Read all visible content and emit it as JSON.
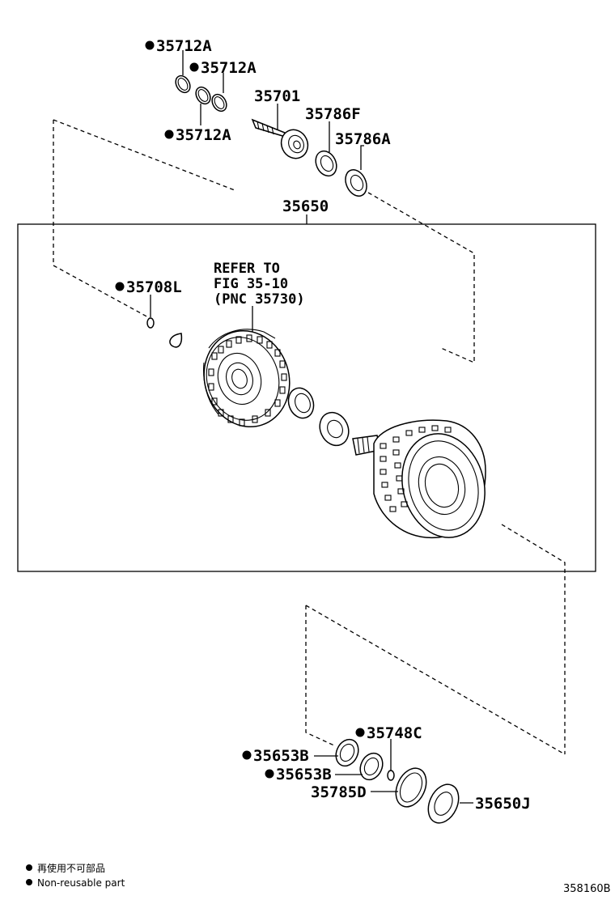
{
  "parts": {
    "p35712a_top": "35712A",
    "p35712a_mid": "35712A",
    "p35712a_low": "35712A",
    "p35701": "35701",
    "p35786f": "35786F",
    "p35786a": "35786A",
    "p35650": "35650",
    "p35708l": "35708L",
    "p35748c": "35748C",
    "p35653b_a": "35653B",
    "p35653b_b": "35653B",
    "p35785d": "35785D",
    "p35650j": "35650J"
  },
  "reference": {
    "line1": "REFER TO",
    "line2": "FIG 35-10",
    "line3": "(PNC 35730)"
  },
  "legend": {
    "jp": "再使用不可部品",
    "en": "Non-reusable part"
  },
  "figure_id": "358160B"
}
